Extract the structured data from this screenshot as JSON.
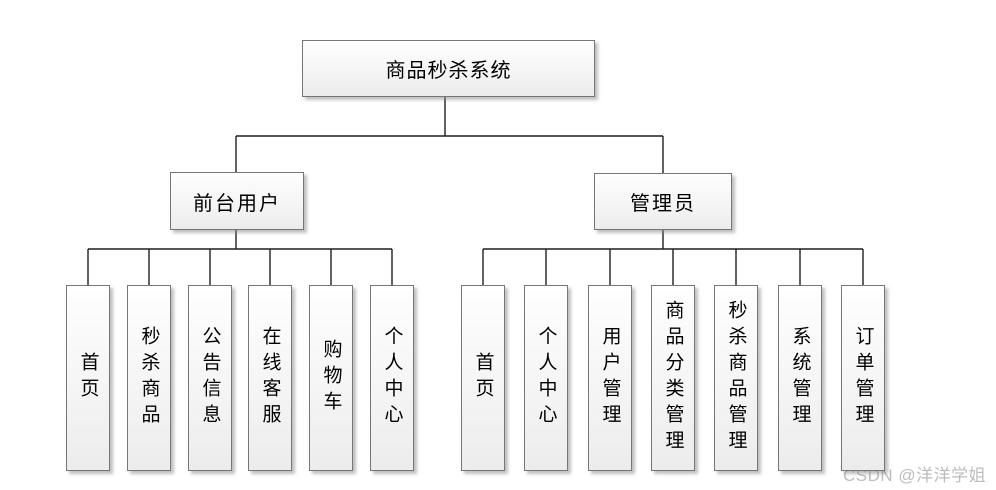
{
  "diagram": {
    "root_label": "商品秒杀系统",
    "branches": [
      {
        "label": "前台用户",
        "children": [
          "首页",
          "秒杀商品",
          "公告信息",
          "在线客服",
          "购物车",
          "个人中心"
        ]
      },
      {
        "label": "管理员",
        "children": [
          "首页",
          "个人中心",
          "用户管理",
          "商品分类管理",
          "秒杀商品管理",
          "系统管理",
          "订单管理"
        ]
      }
    ]
  },
  "watermark": {
    "text": "CSDN @洋洋学姐"
  },
  "colors": {
    "background": "#ffffff",
    "node_border": "#767676",
    "node_fill_top": "#fefefe",
    "node_fill_bottom": "#ececec",
    "connector": "#1f1f1f",
    "watermark_text": "#bdbdbd"
  }
}
